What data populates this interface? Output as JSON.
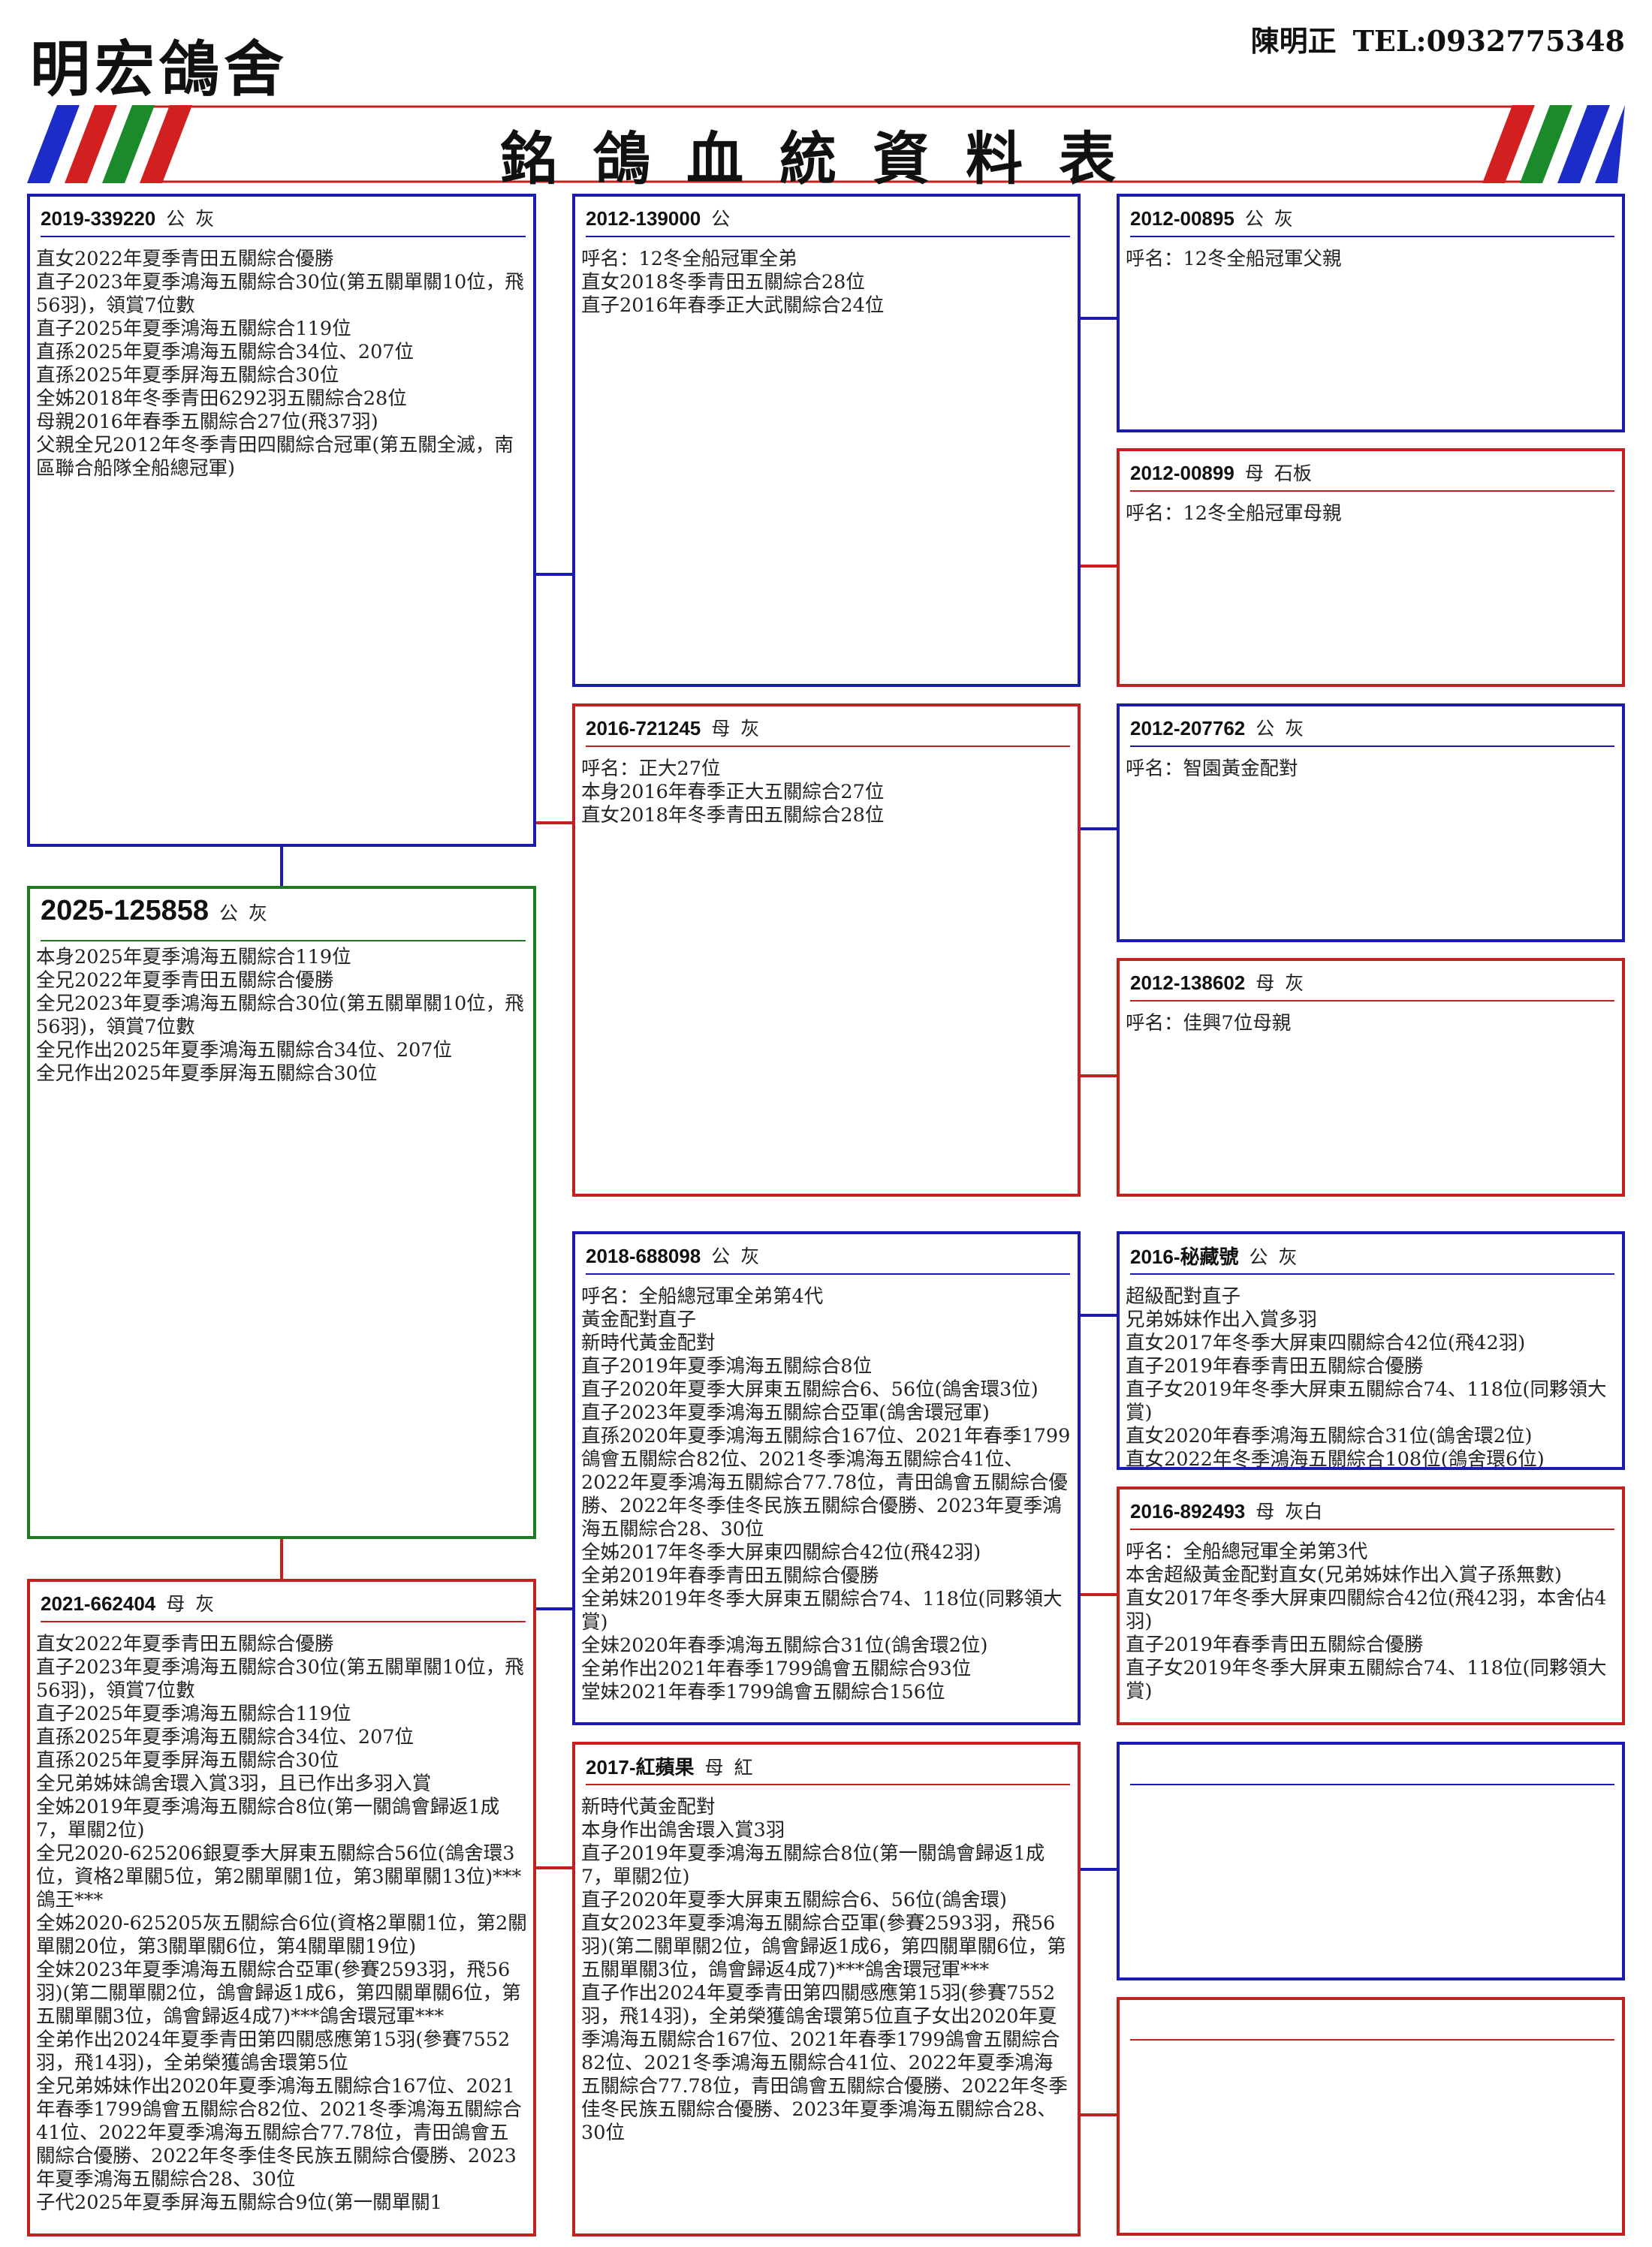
{
  "header": {
    "loft_name": "明宏鴿舍",
    "owner": "陳明正",
    "phone": "TEL:0932775348"
  },
  "banner": {
    "title": "銘鴿血統資料表",
    "stripe_colors": [
      "#1b2cc8",
      "#d22020",
      "#1a8a2a"
    ]
  },
  "colors": {
    "male": "#1b1bb0",
    "female": "#c42020",
    "subject": "#1e7a1e"
  },
  "subject": {
    "ring": "2025-125858",
    "sex": "公",
    "color": "灰",
    "notes": [
      "本身2025年夏季鴻海五關綜合119位",
      "全兄2022年夏季青田五關綜合優勝",
      "全兄2023年夏季鴻海五關綜合30位(第五關單關10位，飛56羽)，領賞7位數",
      "全兄作出2025年夏季鴻海五關綜合34位、207位",
      "全兄作出2025年夏季屏海五關綜合30位"
    ]
  },
  "sire": {
    "ring": "2019-339220",
    "sex": "公",
    "color": "灰",
    "notes": [
      "直女2022年夏季青田五關綜合優勝",
      "直子2023年夏季鴻海五關綜合30位(第五關單關10位，飛56羽)，領賞7位數",
      "直子2025年夏季鴻海五關綜合119位",
      "直孫2025年夏季鴻海五關綜合34位、207位",
      "直孫2025年夏季屏海五關綜合30位",
      "全姊2018年冬季青田6292羽五關綜合28位",
      "母親2016年春季五關綜合27位(飛37羽)",
      "父親全兄2012年冬季青田四關綜合冠軍(第五關全滅，南區聯合船隊全船總冠軍)"
    ]
  },
  "dam": {
    "ring": "2021-662404",
    "sex": "母",
    "color": "灰",
    "notes": [
      "直女2022年夏季青田五關綜合優勝",
      "直子2023年夏季鴻海五關綜合30位(第五關單關10位，飛56羽)，領賞7位數",
      "直子2025年夏季鴻海五關綜合119位",
      "直孫2025年夏季鴻海五關綜合34位、207位",
      "直孫2025年夏季屏海五關綜合30位",
      "全兄弟姊妹鴿舍環入賞3羽，且已作出多羽入賞",
      "全姊2019年夏季鴻海五關綜合8位(第一關鴿會歸返1成7，單關2位)",
      "全兄2020-625206銀夏季大屏東五關綜合56位(鴿舍環3位，資格2單關5位，第2關單關1位，第3關單關13位)***鴿王***",
      "全姊2020-625205灰五關綜合6位(資格2單關1位，第2關單關20位，第3關單關6位，第4關單關19位)",
      "全妹2023年夏季鴻海五關綜合亞軍(參賽2593羽，飛56羽)(第二關單關2位，鴿會歸返1成6，第四關單關6位，第五關單關3位，鴿會歸返4成7)***鴿舍環冠軍***",
      "全弟作出2024年夏季青田第四關感應第15羽(參賽7552羽，飛14羽)，全弟榮獲鴿舍環第5位",
      "全兄弟姊妹作出2020年夏季鴻海五關綜合167位、2021年春季1799鴿會五關綜合82位、2021冬季鴻海五關綜合41位、2022年夏季鴻海五關綜合77.78位，青田鴿會五關綜合優勝、2022年冬季佳冬民族五關綜合優勝、2023年夏季鴻海五關綜合28、30位",
      "子代2025年夏季屏海五關綜合9位(第一關單關1"
    ]
  },
  "sire_sire": {
    "ring": "2012-139000",
    "sex": "公",
    "color": "",
    "notes": [
      "呼名：12冬全船冠軍全弟",
      "直女2018冬季青田五關綜合28位",
      "直子2016年春季正大武關綜合24位"
    ]
  },
  "sire_dam": {
    "ring": "2016-721245",
    "sex": "母",
    "color": "灰",
    "notes": [
      "呼名：正大27位",
      "本身2016年春季正大五關綜合27位",
      "直女2018年冬季青田五關綜合28位"
    ]
  },
  "dam_sire": {
    "ring": "2018-688098",
    "sex": "公",
    "color": "灰",
    "notes": [
      "呼名：全船總冠軍全弟第4代",
      "黃金配對直子",
      "新時代黃金配對",
      "直子2019年夏季鴻海五關綜合8位",
      "直子2020年夏季大屏東五關綜合6、56位(鴿舍環3位)",
      "直子2023年夏季鴻海五關綜合亞軍(鴿舍環冠軍)",
      "直孫2020年夏季鴻海五關綜合167位、2021年春季1799鴿會五關綜合82位、2021冬季鴻海五關綜合41位、2022年夏季鴻海五關綜合77.78位，青田鴿會五關綜合優勝、2022年冬季佳冬民族五關綜合優勝、2023年夏季鴻海五關綜合28、30位",
      "全姊2017年冬季大屏東四關綜合42位(飛42羽)",
      "全弟2019年春季青田五關綜合優勝",
      "全弟妹2019年冬季大屏東五關綜合74、118位(同夥領大賞)",
      "全妹2020年春季鴻海五關綜合31位(鴿舍環2位)",
      "全弟作出2021年春季1799鴿會五關綜合93位",
      "堂妹2021年春季1799鴿會五關綜合156位"
    ]
  },
  "dam_dam": {
    "ring": "2017-紅蘋果",
    "sex": "母",
    "color": "紅",
    "notes": [
      "新時代黃金配對",
      "本身作出鴿舍環入賞3羽",
      "直子2019年夏季鴻海五關綜合8位(第一關鴿會歸返1成7，單關2位)",
      "直子2020年夏季大屏東五關綜合6、56位(鴿舍環)",
      "直女2023年夏季鴻海五關綜合亞軍(參賽2593羽，飛56羽)(第二關單關2位，鴿會歸返1成6，第四關單關6位，第五關單關3位，鴿會歸返4成7)***鴿舍環冠軍***",
      "直子作出2024年夏季青田第四關感應第15羽(參賽7552羽，飛14羽)，全弟榮獲鴿舍環第5位直子女出2020年夏季鴻海五關綜合167位、2021年春季1799鴿會五關綜合82位、2021冬季鴻海五關綜合41位、2022年夏季鴻海五關綜合77.78位，青田鴿會五關綜合優勝、2022年冬季佳冬民族五關綜合優勝、2023年夏季鴻海五關綜合28、30位"
    ]
  },
  "ss_sire": {
    "ring": "2012-00895",
    "sex": "公",
    "color": "灰",
    "notes": [
      "呼名：12冬全船冠軍父親"
    ]
  },
  "ss_dam": {
    "ring": "2012-00899",
    "sex": "母",
    "color": "石板",
    "notes": [
      "呼名：12冬全船冠軍母親"
    ]
  },
  "sd_sire": {
    "ring": "2012-207762",
    "sex": "公",
    "color": "灰",
    "notes": [
      "呼名：智園黃金配對"
    ]
  },
  "sd_dam": {
    "ring": "2012-138602",
    "sex": "母",
    "color": "灰",
    "notes": [
      "呼名：佳興7位母親"
    ]
  },
  "ds_sire": {
    "ring": "2016-秘藏號",
    "sex": "公",
    "color": "灰",
    "notes": [
      "超級配對直子",
      "兄弟姊妹作出入賞多羽",
      "直女2017年冬季大屏東四關綜合42位(飛42羽)",
      "直子2019年春季青田五關綜合優勝",
      "直子女2019年冬季大屏東五關綜合74、118位(同夥領大賞)",
      "直女2020年春季鴻海五關綜合31位(鴿舍環2位)",
      "直女2022年冬季鴻海五關綜合108位(鴿舍環6位)"
    ]
  },
  "ds_dam": {
    "ring": "2016-892493",
    "sex": "母",
    "color": "灰白",
    "notes": [
      "呼名：全船總冠軍全弟第3代",
      "本舍超級黃金配對直女(兄弟姊妹作出入賞子孫無數)",
      "直女2017年冬季大屏東四關綜合42位(飛42羽，本舍佔4羽)",
      "直子2019年春季青田五關綜合優勝",
      "直子女2019年冬季大屏東五關綜合74、118位(同夥領大賞)"
    ]
  },
  "dd_sire": {
    "ring": "",
    "sex": "",
    "color": "",
    "notes": []
  },
  "dd_dam": {
    "ring": "",
    "sex": "",
    "color": "",
    "notes": []
  }
}
